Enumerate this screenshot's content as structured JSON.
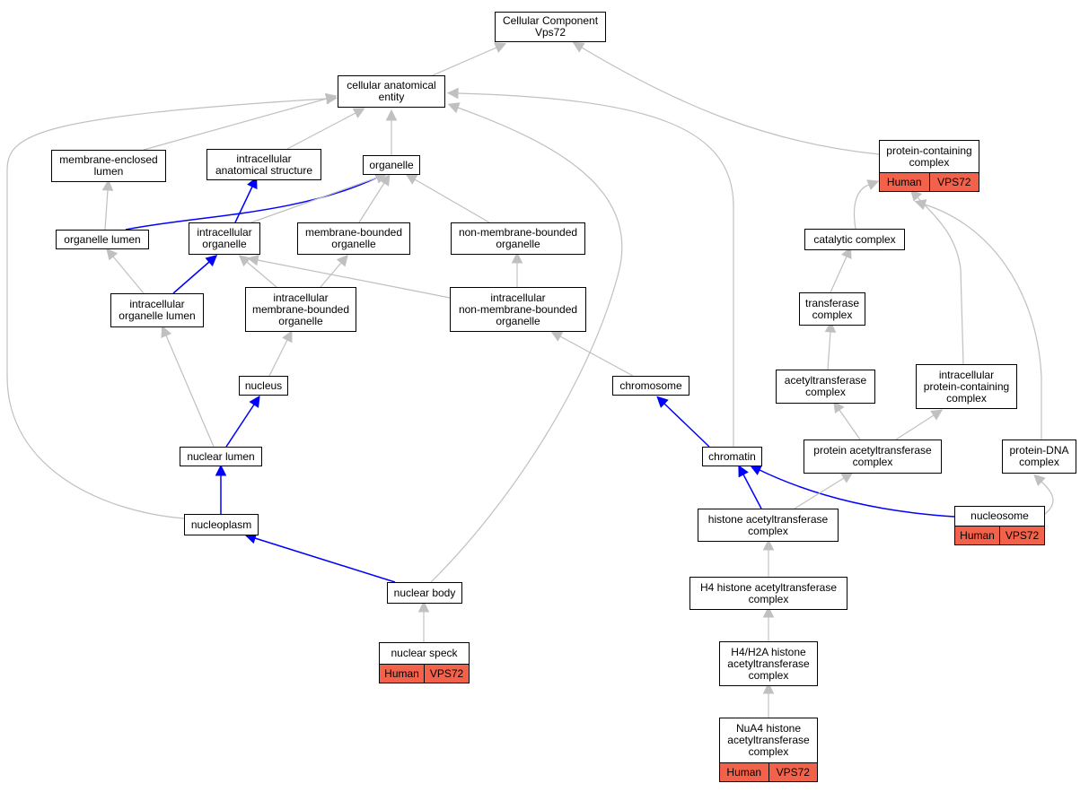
{
  "graph": {
    "colors": {
      "is_a": "#c0c0c0",
      "part_of": "#0000ff",
      "badge": "#f26149"
    },
    "root": {
      "text": "Cellular Component\nVps72"
    },
    "nodes": {
      "cae": {
        "text": "cellular anatomical\nentity"
      },
      "mel": {
        "text": "membrane-enclosed\nlumen"
      },
      "ias": {
        "text": "intracellular\nanatomical structure"
      },
      "org": {
        "text": "organelle"
      },
      "pcc": {
        "text": "protein-containing\ncomplex",
        "badges": [
          "Human",
          "VPS72"
        ]
      },
      "ol": {
        "text": "organelle lumen"
      },
      "io": {
        "text": "intracellular\norganelle"
      },
      "mbo": {
        "text": "membrane-bounded\norganelle"
      },
      "nmbo": {
        "text": "non-membrane-bounded\norganelle"
      },
      "cat": {
        "text": "catalytic complex"
      },
      "iol": {
        "text": "intracellular\norganelle lumen"
      },
      "imbo": {
        "text": "intracellular\nmembrane-bounded\norganelle"
      },
      "inmbo": {
        "text": "intracellular\nnon-membrane-bounded\norganelle"
      },
      "tc": {
        "text": "transferase\ncomplex"
      },
      "nuc": {
        "text": "nucleus"
      },
      "chr": {
        "text": "chromosome"
      },
      "atc": {
        "text": "acetyltransferase\ncomplex"
      },
      "ipcc": {
        "text": "intracellular\nprotein-containing\ncomplex"
      },
      "nl": {
        "text": "nuclear lumen"
      },
      "chrm": {
        "text": "chromatin"
      },
      "pat": {
        "text": "protein acetyltransferase\ncomplex"
      },
      "pdc": {
        "text": "protein-DNA\ncomplex"
      },
      "np": {
        "text": "nucleoplasm"
      },
      "hat": {
        "text": "histone acetyltransferase\ncomplex"
      },
      "nsome": {
        "text": "nucleosome",
        "badges": [
          "Human",
          "VPS72"
        ]
      },
      "nb": {
        "text": "nuclear body"
      },
      "h4": {
        "text": "H4 histone acetyltransferase\ncomplex"
      },
      "ns": {
        "text": "nuclear speck",
        "badges": [
          "Human",
          "VPS72"
        ]
      },
      "h4h2a": {
        "text": "H4/H2A histone\nacetyltransferase\ncomplex"
      },
      "nua4": {
        "text": "NuA4 histone\nacetyltransferase\ncomplex",
        "badges": [
          "Human",
          "VPS72"
        ]
      }
    }
  }
}
